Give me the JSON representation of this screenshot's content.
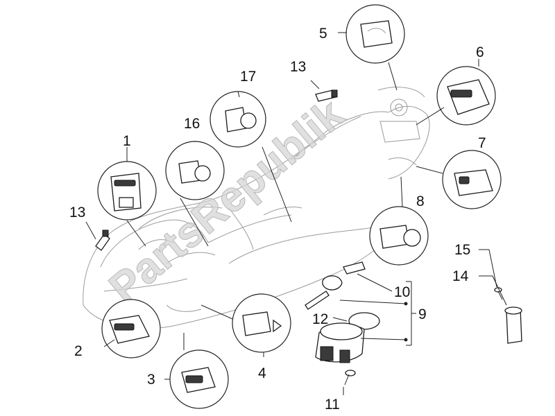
{
  "watermark": "PartsRepublik",
  "callouts": {
    "c1": "1",
    "c2": "2",
    "c3": "3",
    "c4": "4",
    "c5": "5",
    "c6": "6",
    "c7": "7",
    "c8": "8",
    "c9": "9",
    "c10": "10",
    "c11": "11",
    "c12": "12",
    "c13a": "13",
    "c13b": "13",
    "c14": "14",
    "c15": "15",
    "c16": "16",
    "c17": "17"
  }
}
